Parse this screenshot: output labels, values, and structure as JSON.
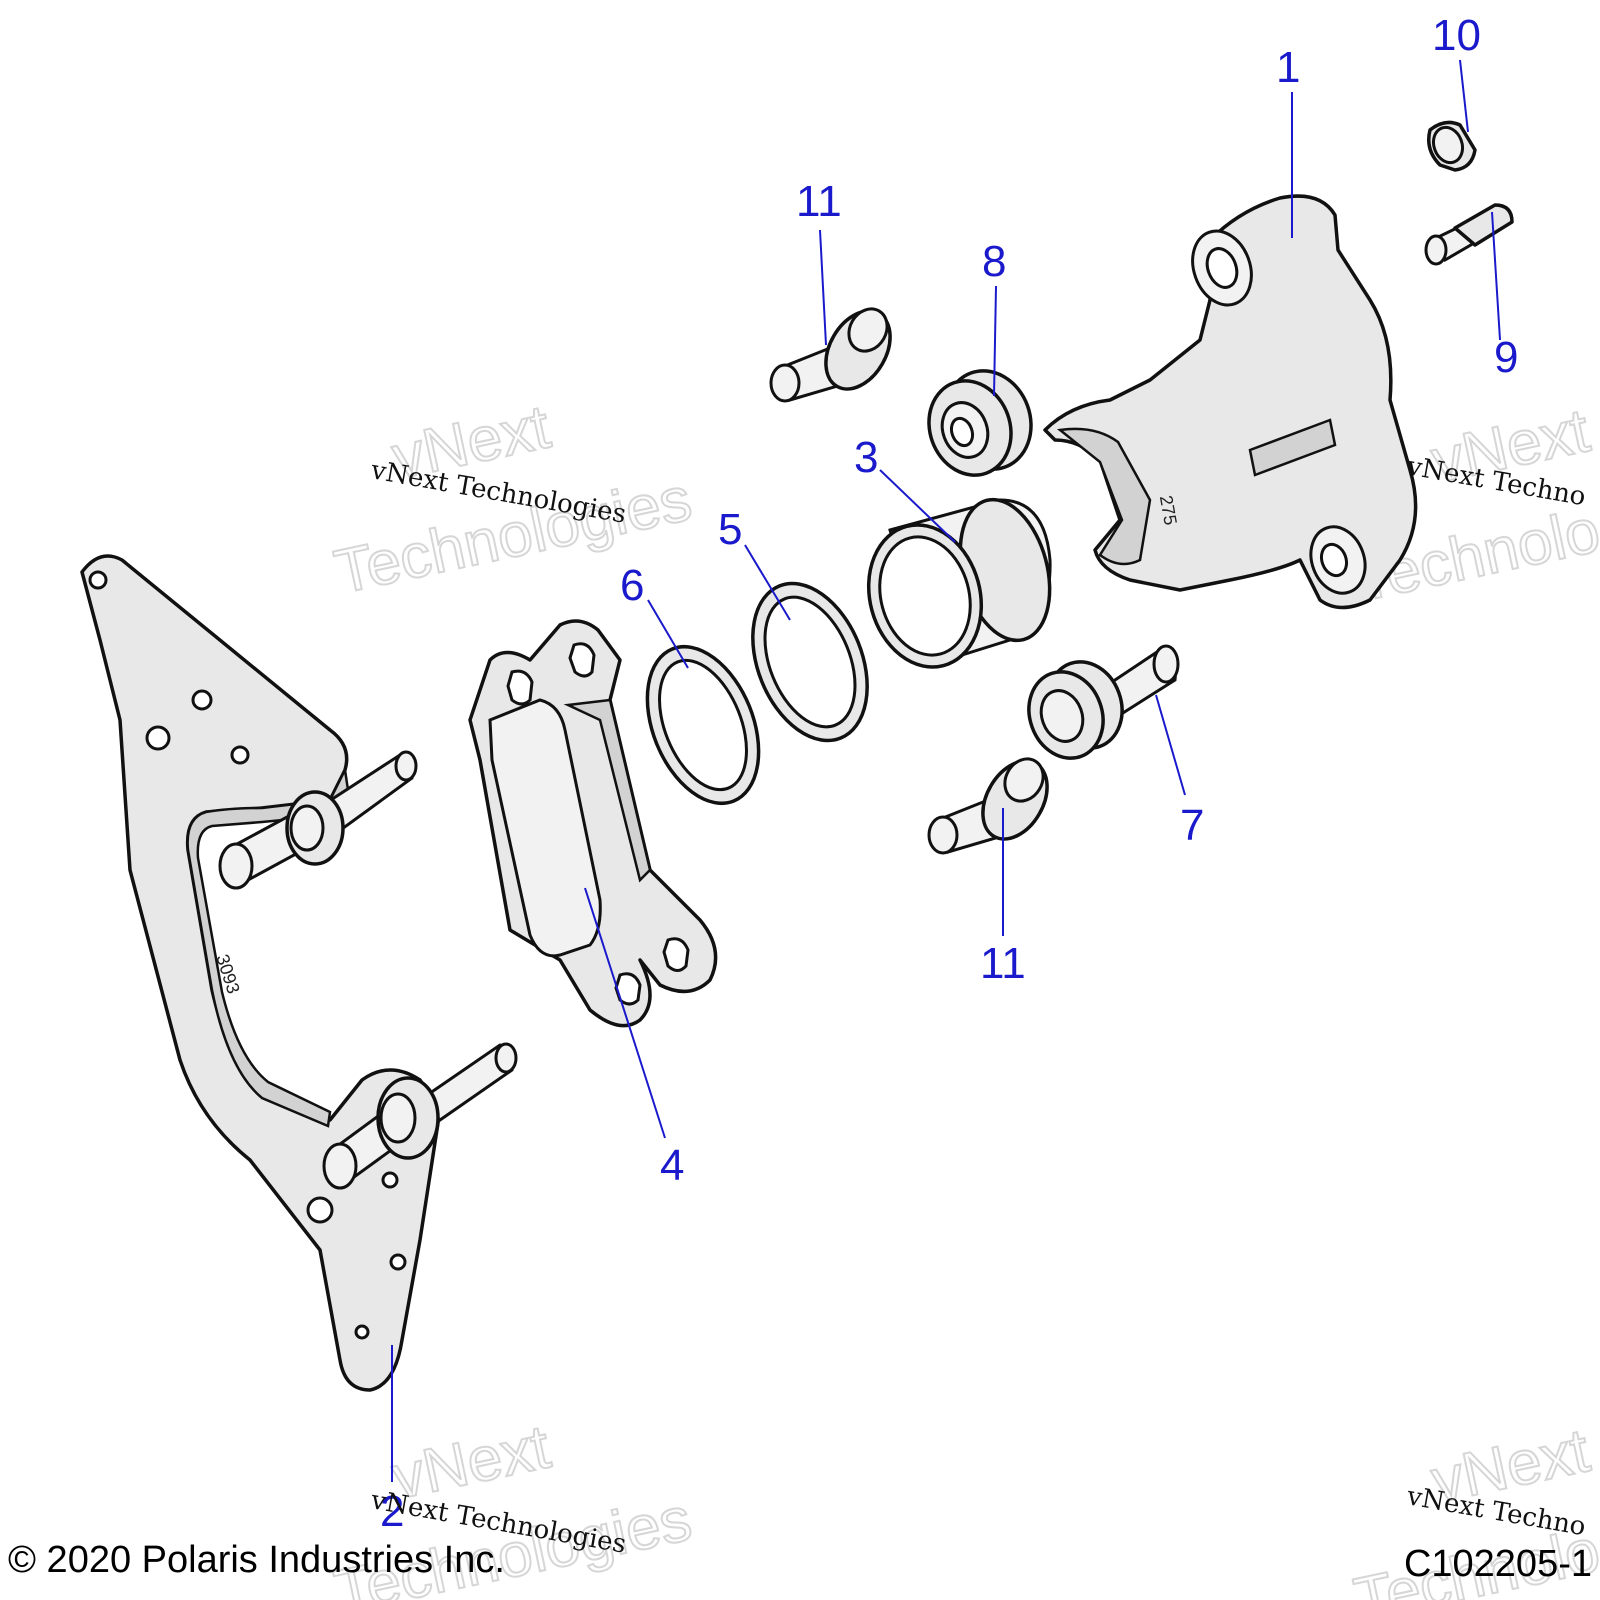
{
  "callouts": {
    "c1": "1",
    "c2": "2",
    "c3": "3",
    "c4": "4",
    "c5": "5",
    "c6": "6",
    "c7": "7",
    "c8": "8",
    "c9": "9",
    "c10": "10",
    "c11a": "11",
    "c11b": "11"
  },
  "watermark": {
    "brand_line1": "vNext",
    "brand_line2": "Technologies",
    "caption": "vNext Technologies",
    "caption_short": "vNext Techno"
  },
  "part_stamps": {
    "bracket": "3093",
    "caliper": "275"
  },
  "footer": {
    "copyright": "© 2020 Polaris Industries Inc.",
    "drawing_id": "C102205-1"
  },
  "colors": {
    "callout": "#1a1acc",
    "line": "#111111",
    "part_fill": "#e8e8e8"
  }
}
